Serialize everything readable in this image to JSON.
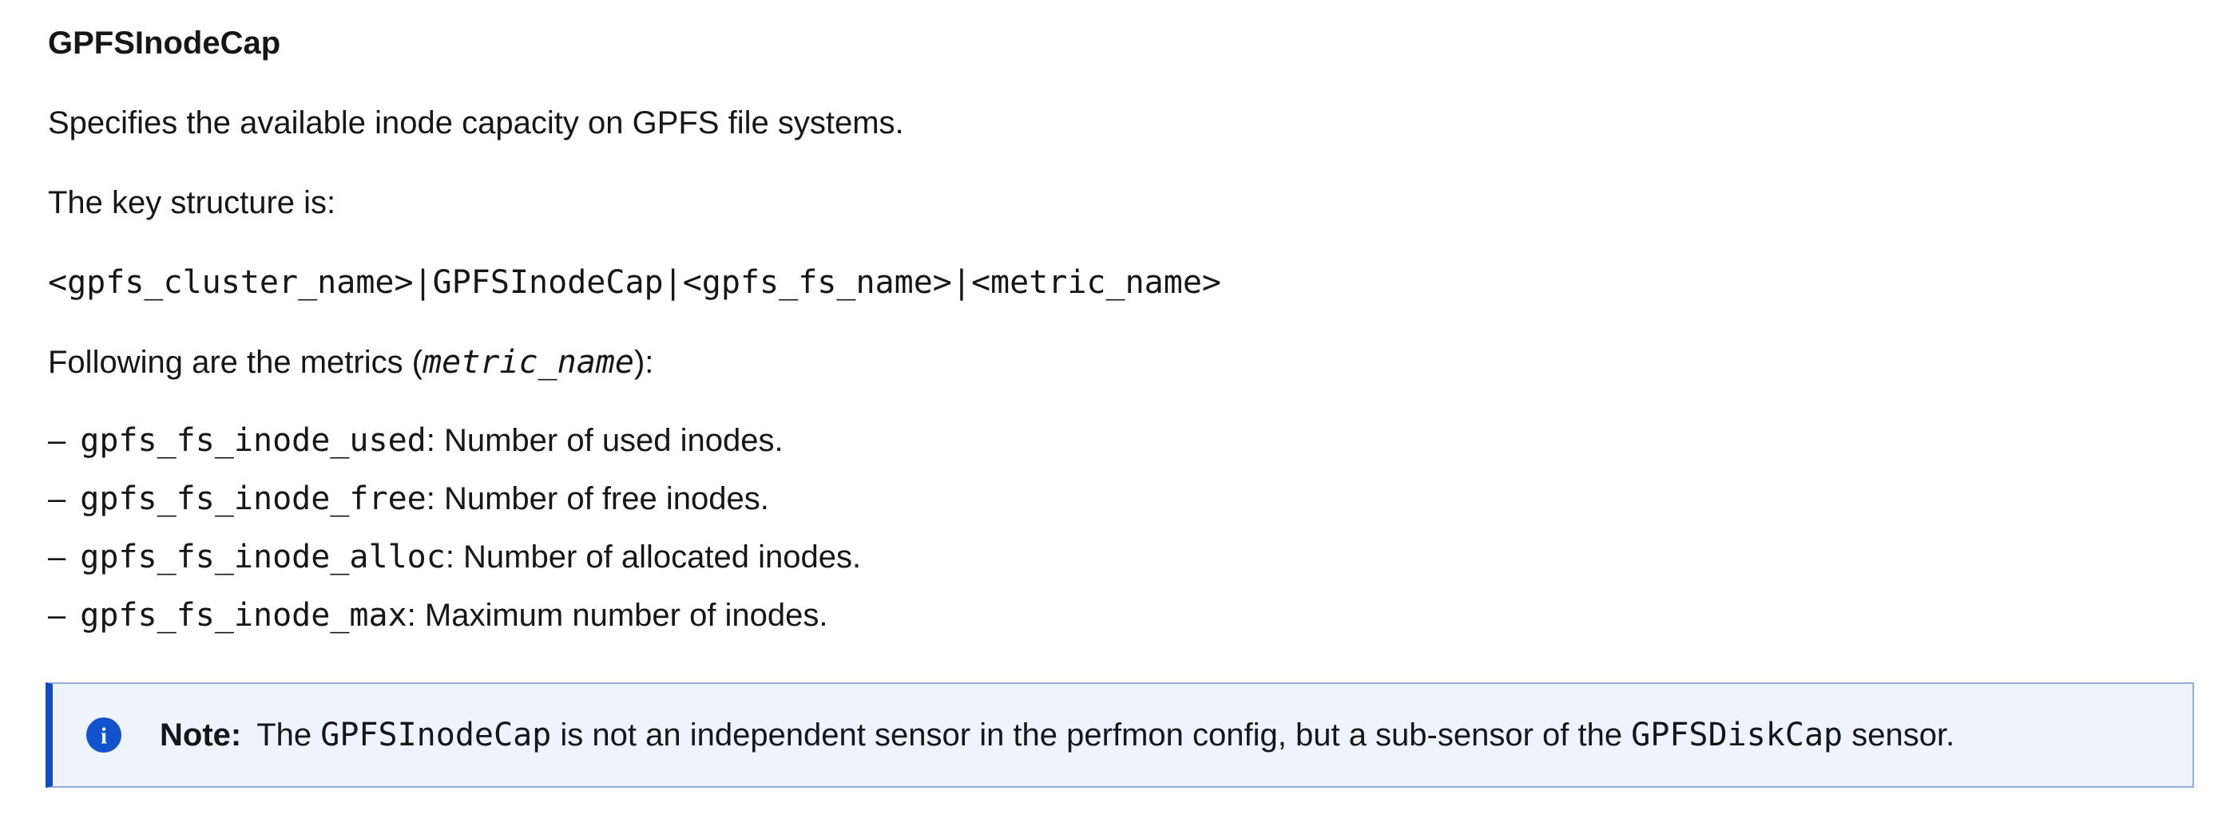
{
  "page": {
    "title": "GPFSInodeCap",
    "intro": "Specifies the available inode capacity on GPFS file systems.",
    "key_structure_label": "The key structure is:",
    "key_structure_code": "<gpfs_cluster_name>|GPFSInodeCap|<gpfs_fs_name>|<metric_name>",
    "metrics_lead": {
      "pre": "Following are the metrics (",
      "code": "metric_name",
      "post": "):"
    },
    "metrics": [
      {
        "bullet": "–",
        "name": "gpfs_fs_inode_used",
        "description": ": Number of used inodes."
      },
      {
        "bullet": "–",
        "name": "gpfs_fs_inode_free",
        "description": ": Number of free inodes."
      },
      {
        "bullet": "–",
        "name": "gpfs_fs_inode_alloc",
        "description": ": Number of allocated inodes."
      },
      {
        "bullet": "–",
        "name": "gpfs_fs_inode_max",
        "description": ": Maximum number of inodes."
      }
    ],
    "note": {
      "icon": "info-icon",
      "icon_glyph": "i",
      "label": "Note:",
      "text_pre": "The ",
      "code1": "GPFSInodeCap",
      "text_mid": " is not an independent sensor in the perfmon config, but a sub-sensor of the ",
      "code2": "GPFSDiskCap",
      "text_post": " sensor."
    },
    "colors": {
      "text": "#161616",
      "note_background": "#edf4fd",
      "note_border": "#93aee4",
      "note_left_border": "#0d4bd1",
      "info_icon_fill": "#1152cd"
    }
  }
}
